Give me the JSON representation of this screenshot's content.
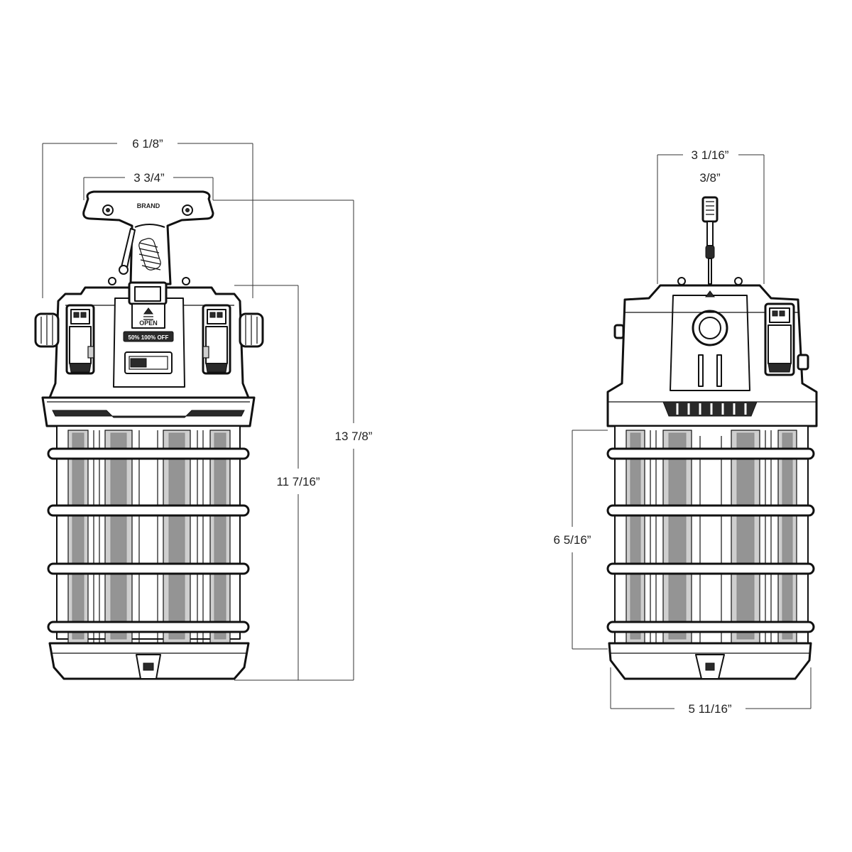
{
  "front_view": {
    "handle_brand": "BRAND",
    "open_label": "OPEN",
    "switch_label": "50% 100% OFF",
    "dimensions": {
      "overall_width": "6 1/8”",
      "handle_width": "3 3/4”",
      "overall_height": "13 7/8”",
      "body_height": "11 7/16”"
    }
  },
  "side_view": {
    "dimensions": {
      "top_width": "3 1/16”",
      "connector_width": "3/8”",
      "cage_height": "6 5/16”",
      "base_width": "5 11/16”"
    }
  }
}
